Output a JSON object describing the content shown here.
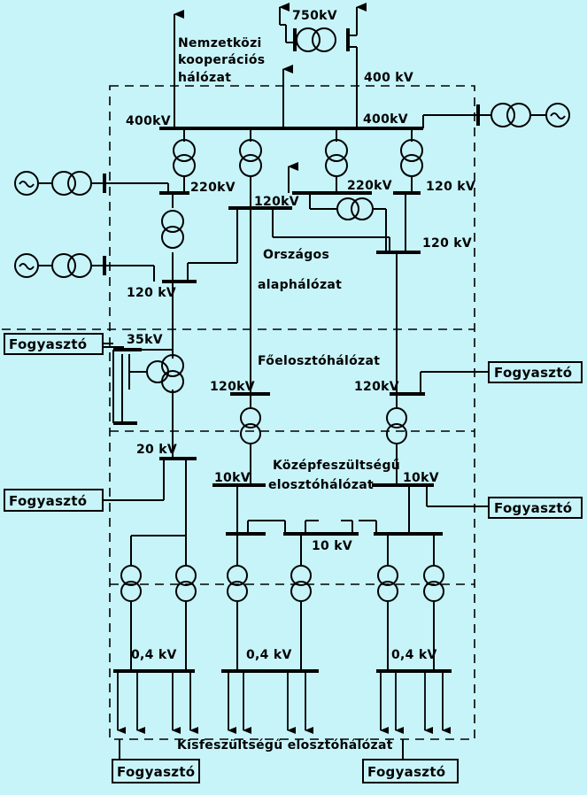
{
  "colors": {
    "background": "#c7f4f9",
    "ink": "#000000"
  },
  "voltages": {
    "v750": "750kV",
    "v400_top": "400 kV",
    "v400_left": "400kV",
    "v400_right": "400kV",
    "v220_left": "220kV",
    "v220_right": "220kV",
    "v120_center": "120kV",
    "v120_upper_right": "120 kV",
    "v120_mid_right": "120 kV",
    "v120_left": "120 kV",
    "v35": "35kV",
    "v120_ss_left": "120kV",
    "v120_ss_right": "120kV",
    "v20": "20 kV",
    "v10_left": "10kV",
    "v10_right": "10kV",
    "v10_center": "10 kV",
    "v04_left": "0,4 kV",
    "v04_center": "0,4 kV",
    "v04_right": "0,4 kV"
  },
  "networks": {
    "intl_line1": "Nemzetközi",
    "intl_line2": "kooperációs",
    "intl_line3": "hálózat",
    "base_line1": "Országos",
    "base_line2": "alaphálózat",
    "main_distribution": "Főelosztóhálózat",
    "mv_line1": "Középfeszültségű",
    "mv_line2": "elosztóhálózat",
    "lv": "Kisfeszültségű elosztóhálózat"
  },
  "consumers": {
    "label_1": "Fogyasztó",
    "label_2": "Fogyasztó",
    "label_3": "Fogyasztó",
    "label_4": "Fogyasztó",
    "label_5": "Fogyasztó",
    "label_6": "Fogyasztó"
  }
}
